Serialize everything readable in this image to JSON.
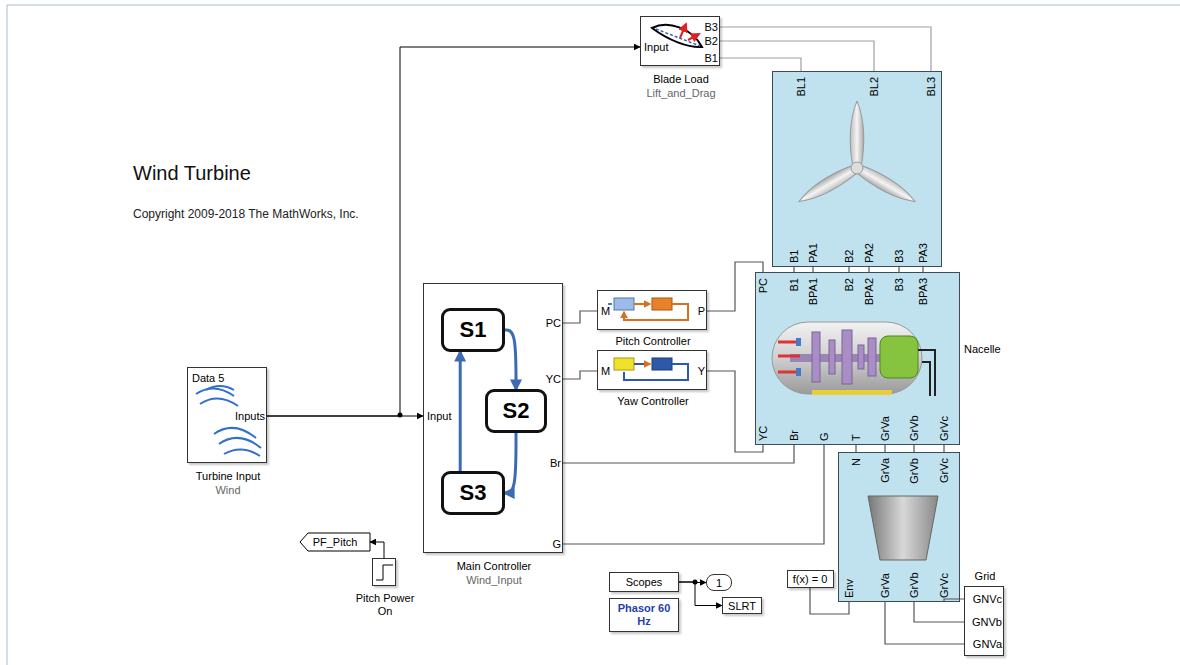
{
  "diagram": {
    "title": "Wind Turbine",
    "nodes": [
      {
        "text": [
          "Input",
          "B3",
          "B2",
          "B1",
          "Blade Load",
          "Lift_and_Drag"
        ]
      },
      {
        "text": [
          "BL1",
          "BL2",
          "BL3",
          "B1",
          "PA1",
          "B2",
          "PA2",
          "B3",
          "PA3"
        ]
      },
      {
        "text": [
          "Data 5",
          "Inputs",
          "Turbine Input",
          "Wind"
        ]
      },
      {
        "text": [
          "Input",
          "PC",
          "YC",
          "Br",
          "G",
          "Main Controller",
          "Wind_Input"
        ]
      },
      {
        "text": [
          "S1"
        ],
        "in": 3
      },
      {
        "text": [
          "S2"
        ],
        "in": 3
      },
      {
        "text": [
          "S3"
        ],
        "in": 3
      },
      {
        "text": [
          "M",
          "P",
          "Pitch Controller"
        ]
      },
      {
        "text": [
          "M",
          "Y",
          "Yaw Controller"
        ]
      },
      {
        "text": [
          "PC",
          "B1",
          "BPA1",
          "B2",
          "BPA2",
          "B3",
          "BPA3",
          "YC",
          "Br",
          "G",
          "T",
          "GrVa",
          "GrVb",
          "GrVc",
          "Nacelle"
        ]
      },
      {
        "text": [
          "N",
          "GrVa",
          "GrVb",
          "GrVc",
          "Env",
          "GrVa",
          "GrVb",
          "GrVc"
        ]
      },
      {
        "text": [
          "Grid",
          "GNVc",
          "GNVb",
          "GNVa"
        ]
      },
      {
        "text": [
          "PF_Pitch"
        ]
      },
      {
        "text": [
          "Pitch Power On"
        ]
      },
      {
        "text": [
          "Scopes"
        ]
      },
      {
        "text": [
          "1"
        ]
      },
      {
        "text": [
          "SLRT"
        ]
      },
      {
        "text": [
          "f(x) = 0"
        ]
      },
      {
        "text": [
          "Phasor 60 Hz"
        ]
      }
    ],
    "edges": [
      {
        "from": 2,
        "to": 3,
        "arrow": "to"
      },
      {
        "from": 2,
        "to": 0,
        "arrow": "to"
      },
      {
        "from": 0,
        "to": 1,
        "arrow": "none"
      },
      {
        "from": 0,
        "to": 1,
        "arrow": "none"
      },
      {
        "from": 0,
        "to": 1,
        "arrow": "none"
      },
      {
        "from": 1,
        "to": 9,
        "arrow": "none"
      },
      {
        "from": 1,
        "to": 9,
        "arrow": "none"
      },
      {
        "from": 1,
        "to": 9,
        "arrow": "none"
      },
      {
        "from": 1,
        "to": 9,
        "arrow": "none"
      },
      {
        "from": 1,
        "to": 9,
        "arrow": "none"
      },
      {
        "from": 1,
        "to": 9,
        "arrow": "none"
      },
      {
        "from": 3,
        "to": 7,
        "arrow": "none"
      },
      {
        "from": 7,
        "to": 9,
        "arrow": "none"
      },
      {
        "from": 3,
        "to": 8,
        "arrow": "none"
      },
      {
        "from": 8,
        "to": 9,
        "arrow": "none"
      },
      {
        "from": 3,
        "to": 9,
        "arrow": "none"
      },
      {
        "from": 3,
        "to": 9,
        "arrow": "none"
      },
      {
        "from": 9,
        "to": 10,
        "arrow": "none"
      },
      {
        "from": 9,
        "to": 10,
        "arrow": "none"
      },
      {
        "from": 9,
        "to": 10,
        "arrow": "none"
      },
      {
        "from": 9,
        "to": 10,
        "arrow": "none"
      },
      {
        "from": 10,
        "to": 11,
        "arrow": "none"
      },
      {
        "from": 10,
        "to": 11,
        "arrow": "none"
      },
      {
        "from": 10,
        "to": 11,
        "arrow": "none"
      },
      {
        "from": 17,
        "to": 10,
        "arrow": "none"
      },
      {
        "from": 13,
        "to": 12,
        "arrow": "to"
      },
      {
        "from": 14,
        "to": 15,
        "arrow": "to"
      },
      {
        "from": 14,
        "to": 16,
        "arrow": "to"
      },
      {
        "from": 4,
        "to": 5,
        "arrow": "to"
      },
      {
        "from": 5,
        "to": 6,
        "arrow": "to"
      },
      {
        "from": 6,
        "to": 4,
        "arrow": "to"
      }
    ],
    "labels": [
      "Copyright 2009-2018 The MathWorks, Inc."
    ]
  }
}
